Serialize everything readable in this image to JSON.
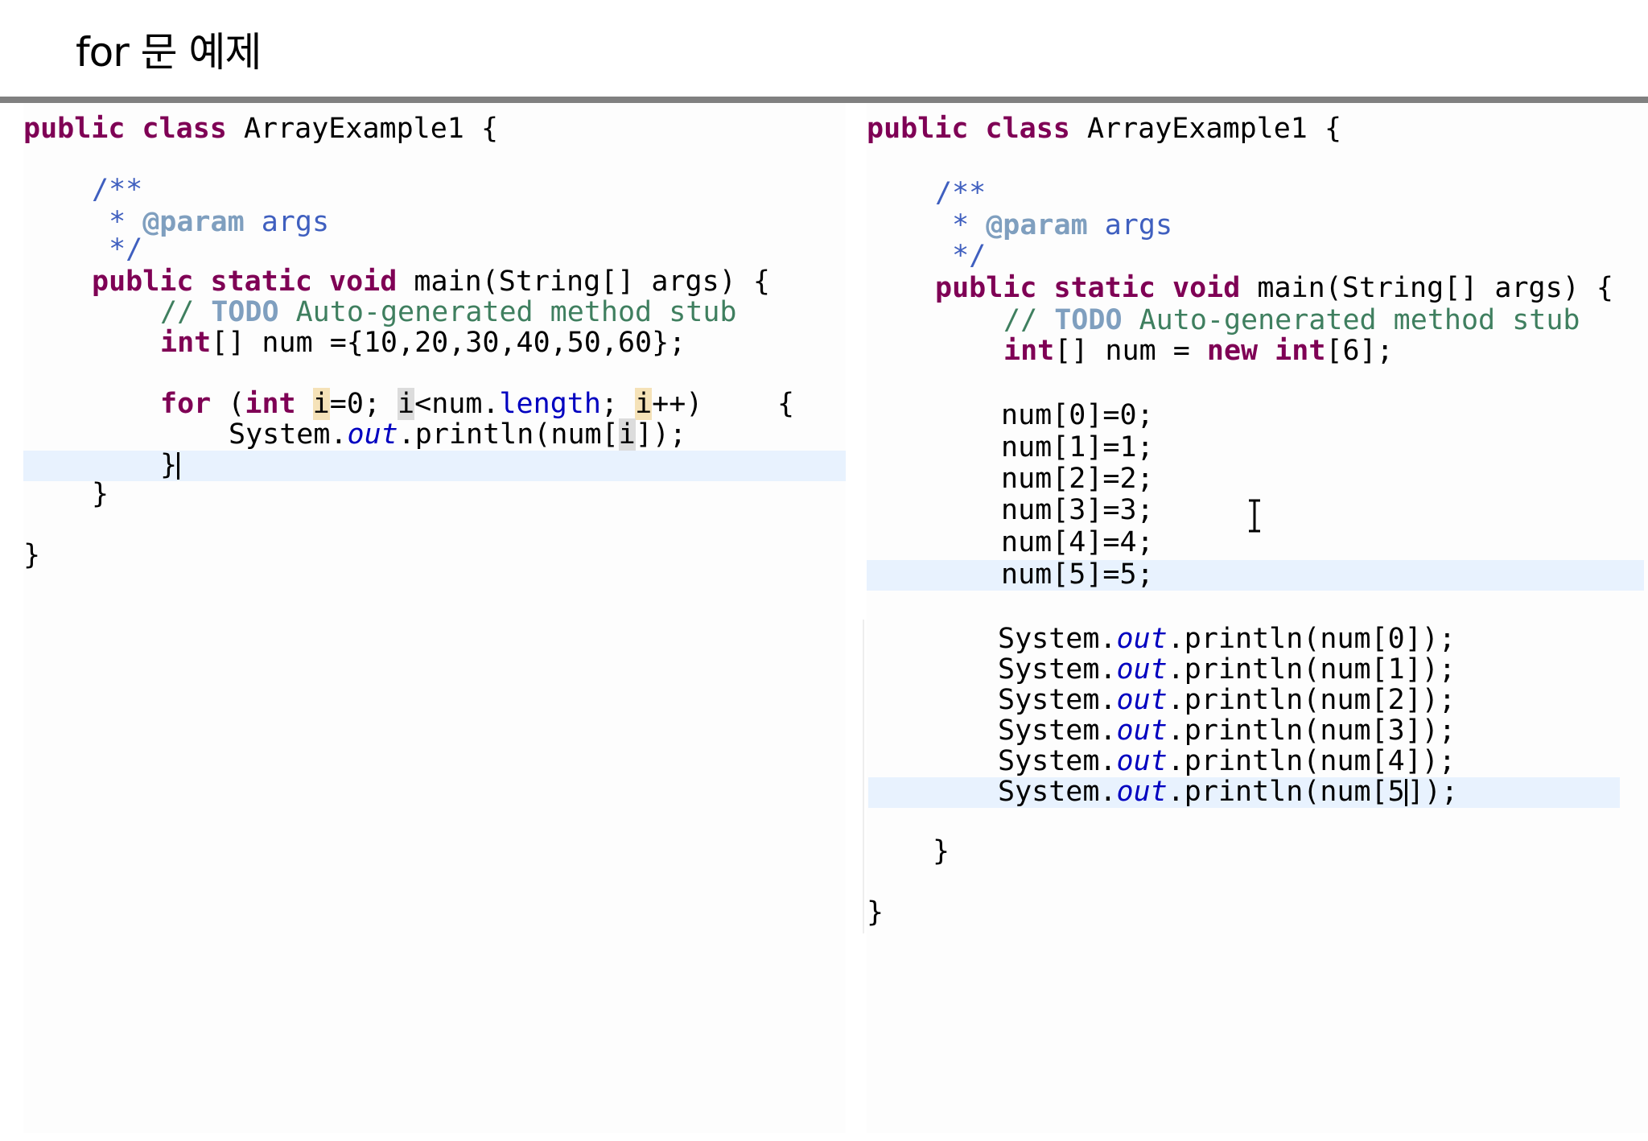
{
  "slide": {
    "title": "for 문 예제"
  },
  "left_editor": {
    "lines": [
      "public class ArrayExample1 {",
      "/**",
      " * @param args",
      " */",
      "public static void main(String[] args) {",
      "// TODO Auto-generated method stub",
      "int[] num ={10,20,30,40,50,60};",
      "for (int i=0; i<num.length; i++)",
      "{",
      "System.out.println(num[i]);",
      "}",
      "}",
      "}"
    ]
  },
  "right_editor": {
    "lines": [
      "public class ArrayExample1 {",
      "/**",
      " * @param args",
      " */",
      "public static void main(String[] args) {",
      "// TODO Auto-generated method stub",
      "int[] num = new int[6];",
      "num[0]=0;",
      "num[1]=1;",
      "num[2]=2;",
      "num[3]=3;",
      "num[4]=4;",
      "num[5]=5;",
      "System.out.println(num[0]);",
      "System.out.println(num[1]);",
      "System.out.println(num[2]);",
      "System.out.println(num[3]);",
      "System.out.println(num[4]);",
      "System.out.println(num[5]);",
      "}",
      "}"
    ]
  },
  "colors": {
    "keyword": "#7f0055",
    "javadoc": "#3f5fbf",
    "comment": "#3f7f5f",
    "field": "#0000c0",
    "current_line": "#e8f2fe",
    "occurrence": "#f5e2b8",
    "title_rule": "#808080"
  },
  "icons": {
    "cursor": "text-ibeam-icon"
  }
}
